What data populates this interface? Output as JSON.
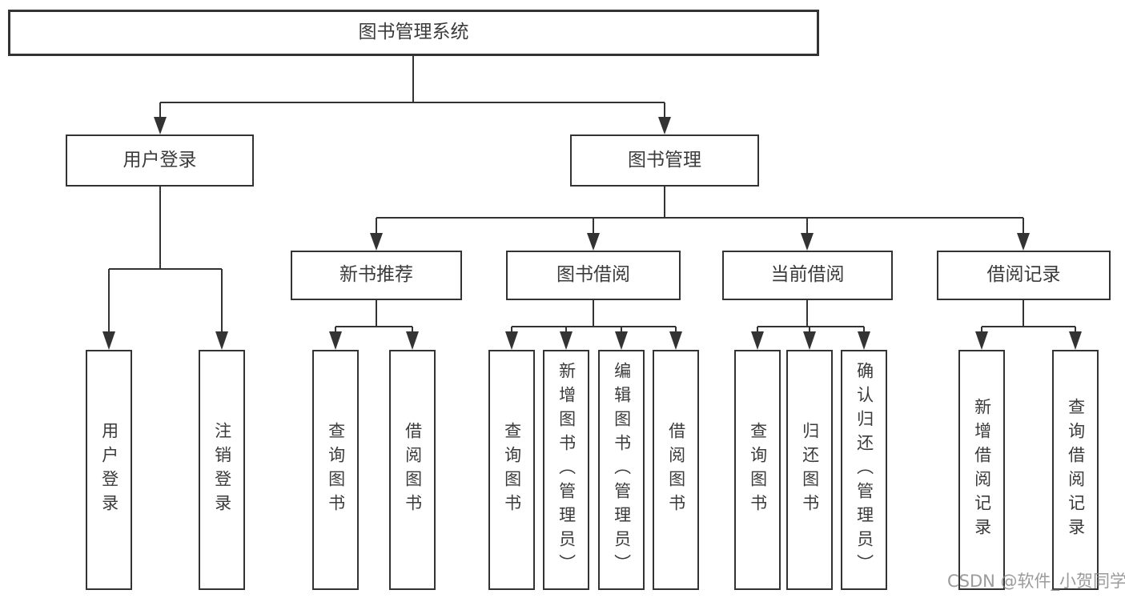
{
  "diagram": {
    "root": "图书管理系统",
    "user_login_branch": {
      "label": "用户登录",
      "children": [
        "用户登录",
        "注销登录"
      ]
    },
    "book_mgmt_branch": {
      "label": "图书管理",
      "groups": [
        {
          "label": "新书推荐",
          "children": [
            "查询图书",
            "借阅图书"
          ]
        },
        {
          "label": "图书借阅",
          "children": [
            "查询图书",
            "新增图书（管理员）",
            "编辑图书（管理员）",
            "借阅图书"
          ]
        },
        {
          "label": "当前借阅",
          "children": [
            "查询图书",
            "归还图书",
            "确认归还（管理员）"
          ]
        },
        {
          "label": "借阅记录",
          "children": [
            "新增借阅记录",
            "查询借阅记录"
          ]
        }
      ]
    }
  },
  "watermark": "CSDN @软件_小贺同学",
  "colors": {
    "line": "#333333",
    "text": "#3b3b3b",
    "background": "#ffffff",
    "watermark": "#8a8a8a"
  }
}
